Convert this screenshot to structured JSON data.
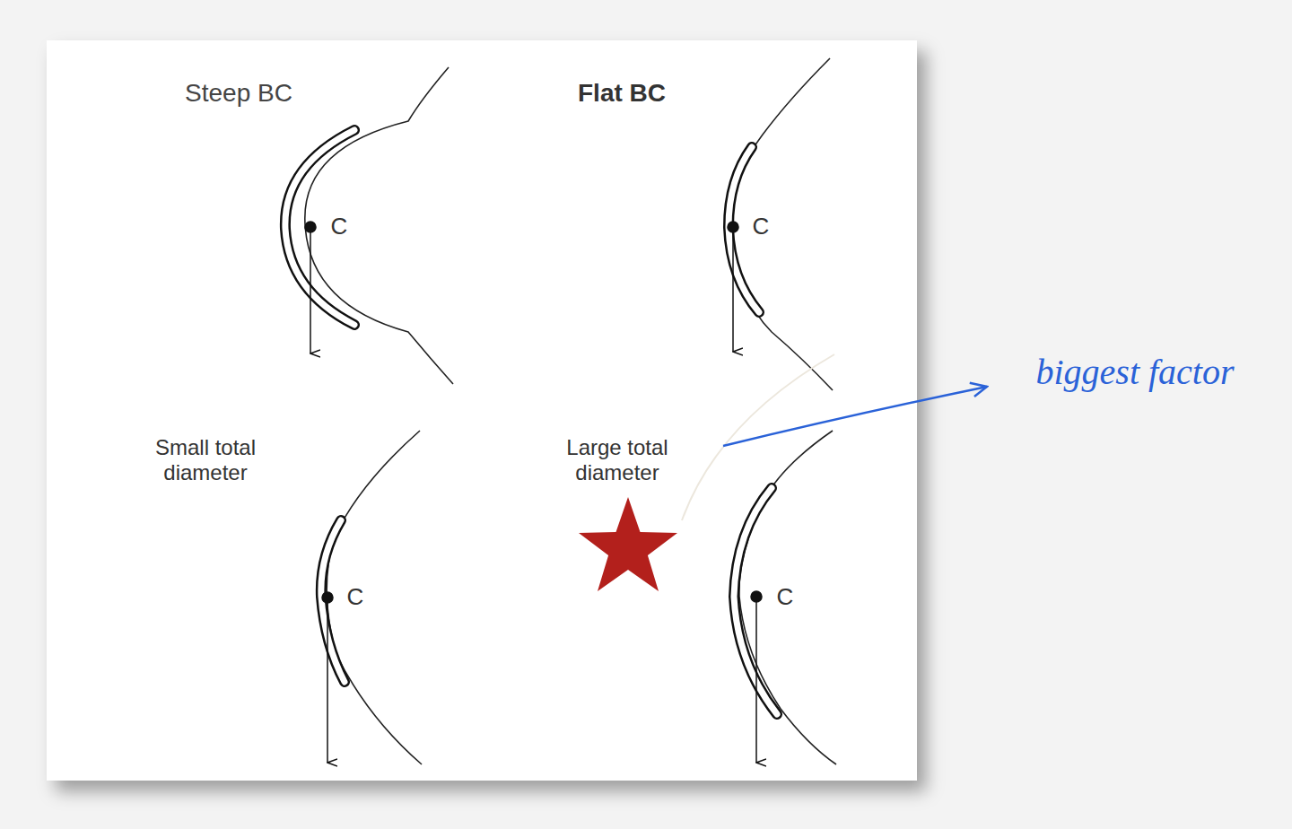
{
  "diagram": {
    "labels": [
      "Steep BC",
      "Flat BC",
      "C",
      "C",
      "Small total diameter",
      "Large total diameter",
      "C",
      "C",
      "biggest factor"
    ]
  }
}
